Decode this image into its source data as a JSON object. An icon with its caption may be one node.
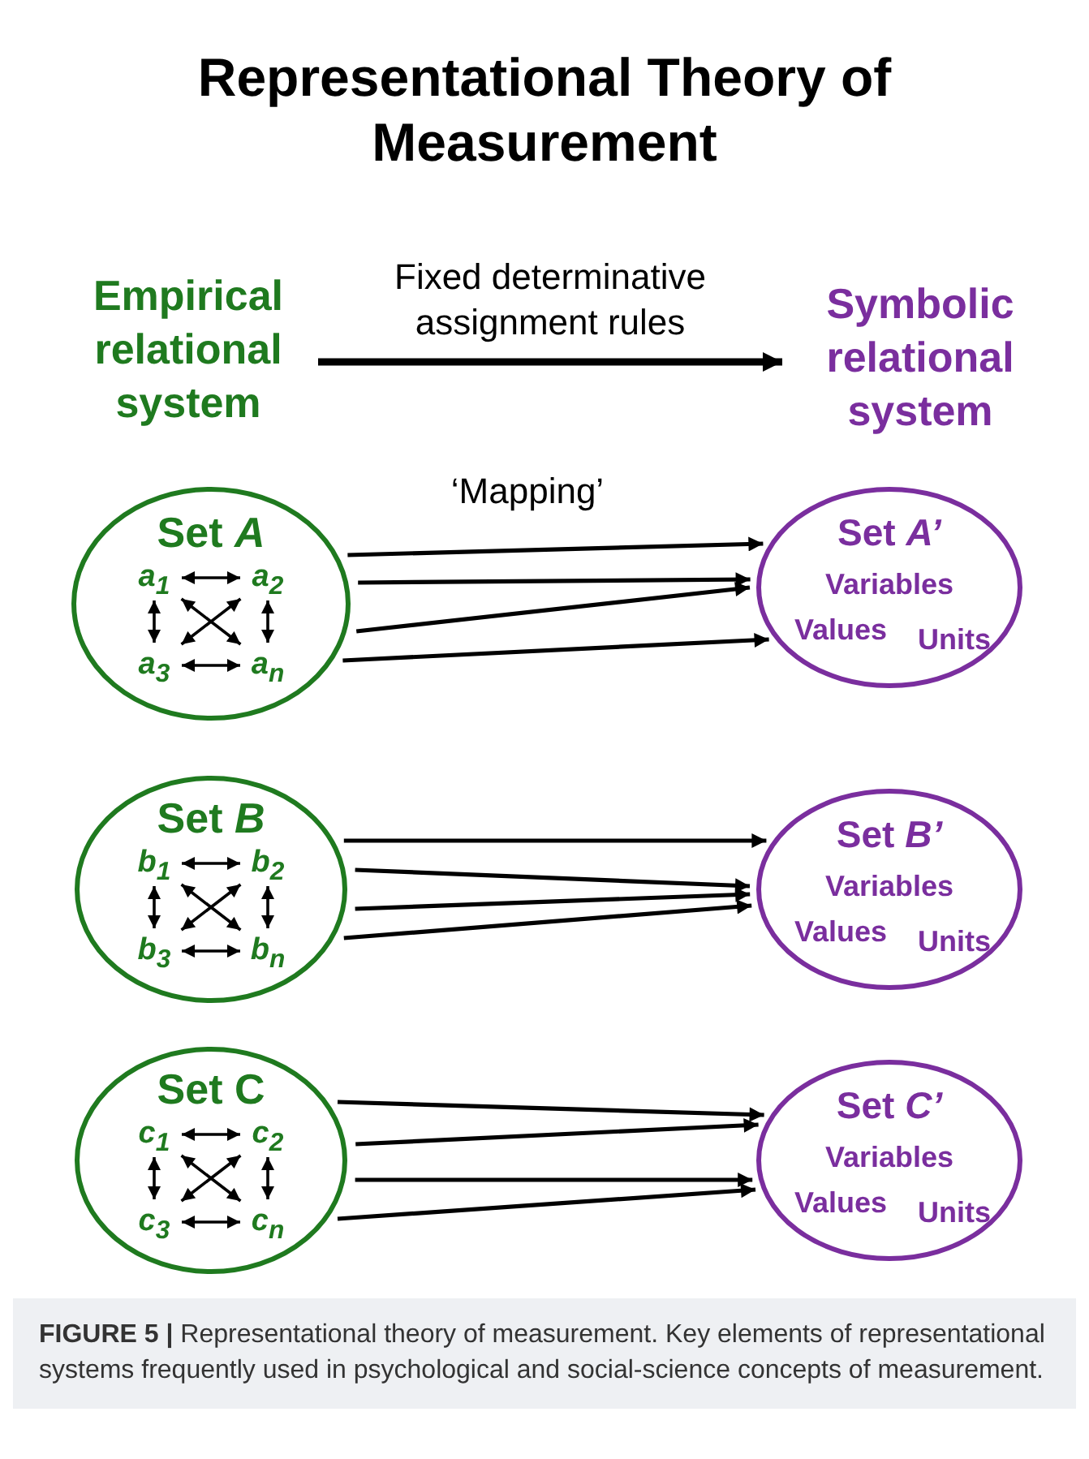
{
  "diagram": {
    "title": "Representational Theory of Measurement",
    "caption": "**FIGURE 5 |** Representational theory of measurement. Key elements of representational systems frequently used in psychological and social-science concepts of measurement.",
    "nodes": [
      {
        "text": [
          "Empirical relational system"
        ]
      },
      {
        "text": [
          "Symbolic relational system"
        ]
      },
      {
        "text": [
          "Set *A*"
        ]
      },
      {
        "text": [
          "a$_{1}$"
        ],
        "in": 2
      },
      {
        "text": [
          "a$_{2}$"
        ],
        "in": 2
      },
      {
        "text": [
          "a$_{3}$"
        ],
        "in": 2
      },
      {
        "text": [
          "a$_{n}$"
        ],
        "in": 2
      },
      {
        "text": [
          "Set *A’*",
          "Variables",
          "Values",
          "Units"
        ]
      },
      {
        "text": [
          "Set *B*"
        ]
      },
      {
        "text": [
          "b$_{1}$"
        ],
        "in": 8
      },
      {
        "text": [
          "b$_{2}$"
        ],
        "in": 8
      },
      {
        "text": [
          "b$_{3}$"
        ],
        "in": 8
      },
      {
        "text": [
          "b$_{n}$"
        ],
        "in": 8
      },
      {
        "text": [
          "Set *B’*",
          "Variables",
          "Values",
          "Units"
        ]
      },
      {
        "text": [
          "Set C"
        ]
      },
      {
        "text": [
          "c$_{1}$"
        ],
        "in": 14
      },
      {
        "text": [
          "c$_{2}$"
        ],
        "in": 14
      },
      {
        "text": [
          "c$_{3}$"
        ],
        "in": 14
      },
      {
        "text": [
          "c$_{n}$"
        ],
        "in": 14
      },
      {
        "text": [
          "Set *C’*",
          "Variables",
          "Values",
          "Units"
        ]
      }
    ],
    "edges": [
      {
        "from": 0,
        "to": 1,
        "arrow": "to",
        "label": "Fixed determinative assignment rules",
        "style": "thick"
      },
      {
        "from": 3,
        "to": 4,
        "arrow": "both"
      },
      {
        "from": 3,
        "to": 5,
        "arrow": "both"
      },
      {
        "from": 4,
        "to": 6,
        "arrow": "both"
      },
      {
        "from": 5,
        "to": 6,
        "arrow": "both"
      },
      {
        "from": 3,
        "to": 6,
        "arrow": "both"
      },
      {
        "from": 4,
        "to": 5,
        "arrow": "both"
      },
      {
        "from": 2,
        "to": 7,
        "arrow": "to"
      },
      {
        "from": 2,
        "to": 7,
        "arrow": "to"
      },
      {
        "from": 2,
        "to": 7,
        "arrow": "to"
      },
      {
        "from": 2,
        "to": 7,
        "arrow": "to"
      },
      {
        "from": 9,
        "to": 10,
        "arrow": "both"
      },
      {
        "from": 9,
        "to": 11,
        "arrow": "both"
      },
      {
        "from": 10,
        "to": 12,
        "arrow": "both"
      },
      {
        "from": 11,
        "to": 12,
        "arrow": "both"
      },
      {
        "from": 9,
        "to": 12,
        "arrow": "both"
      },
      {
        "from": 10,
        "to": 11,
        "arrow": "both"
      },
      {
        "from": 8,
        "to": 13,
        "arrow": "to"
      },
      {
        "from": 8,
        "to": 13,
        "arrow": "to"
      },
      {
        "from": 8,
        "to": 13,
        "arrow": "to"
      },
      {
        "from": 8,
        "to": 13,
        "arrow": "to"
      },
      {
        "from": 15,
        "to": 16,
        "arrow": "both"
      },
      {
        "from": 15,
        "to": 17,
        "arrow": "both"
      },
      {
        "from": 16,
        "to": 18,
        "arrow": "both"
      },
      {
        "from": 17,
        "to": 18,
        "arrow": "both"
      },
      {
        "from": 15,
        "to": 18,
        "arrow": "both"
      },
      {
        "from": 16,
        "to": 17,
        "arrow": "both"
      },
      {
        "from": 14,
        "to": 19,
        "arrow": "to"
      },
      {
        "from": 14,
        "to": 19,
        "arrow": "to"
      },
      {
        "from": 14,
        "to": 19,
        "arrow": "to"
      },
      {
        "from": 14,
        "to": 19,
        "arrow": "to"
      }
    ],
    "labels": [
      "‘Mapping’"
    ]
  }
}
